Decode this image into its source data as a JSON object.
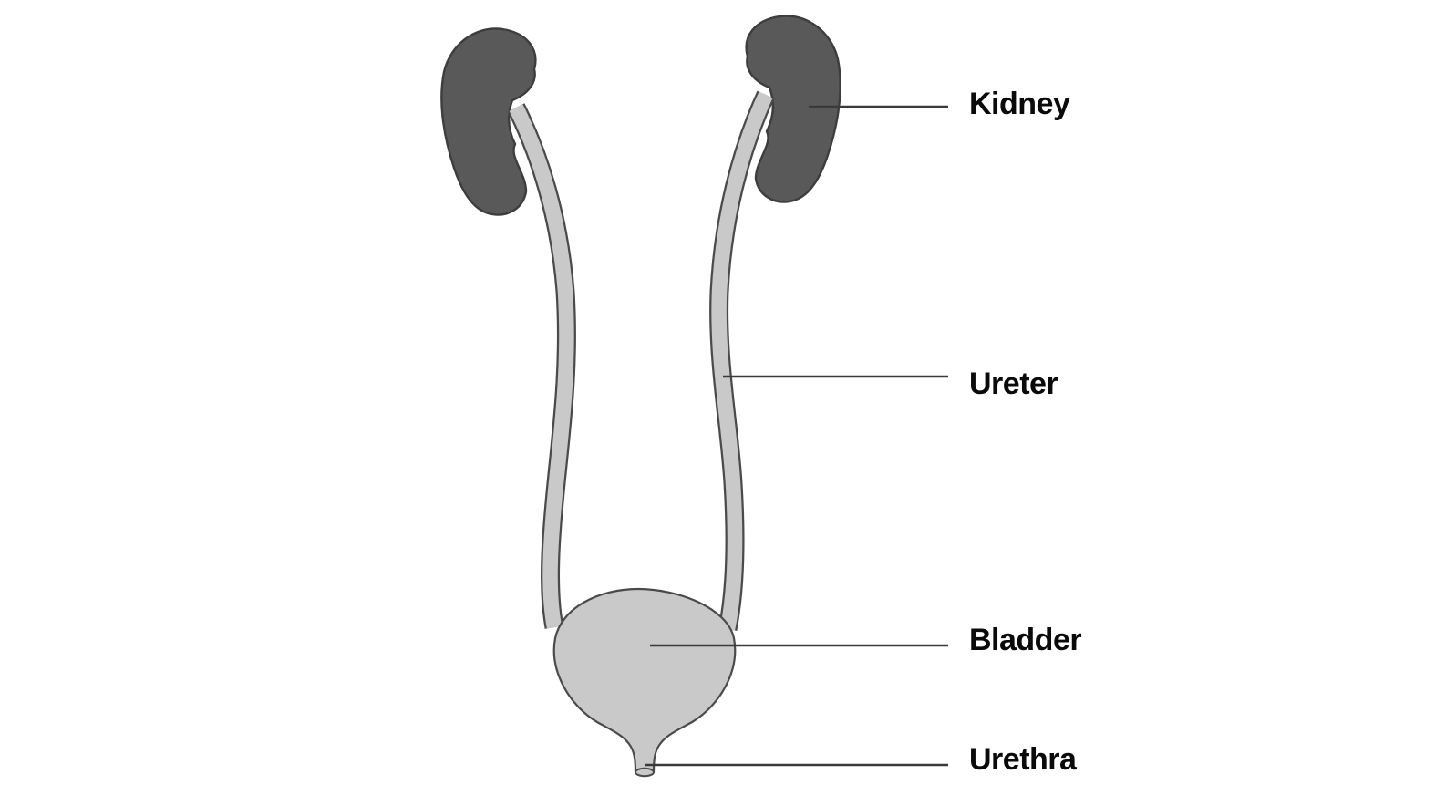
{
  "diagram": {
    "labels": {
      "kidney": "Kidney",
      "ureter": "Ureter",
      "bladder": "Bladder",
      "urethra": "Urethra"
    },
    "colors": {
      "background": "#ffffff",
      "kidney_fill": "#595959",
      "kidney_stroke": "#3d3d3d",
      "duct_fill": "#c9c9c9",
      "duct_stroke": "#4a4a4a",
      "leader_line": "#3a3a3a",
      "label_text": "#0a0a0a"
    }
  }
}
